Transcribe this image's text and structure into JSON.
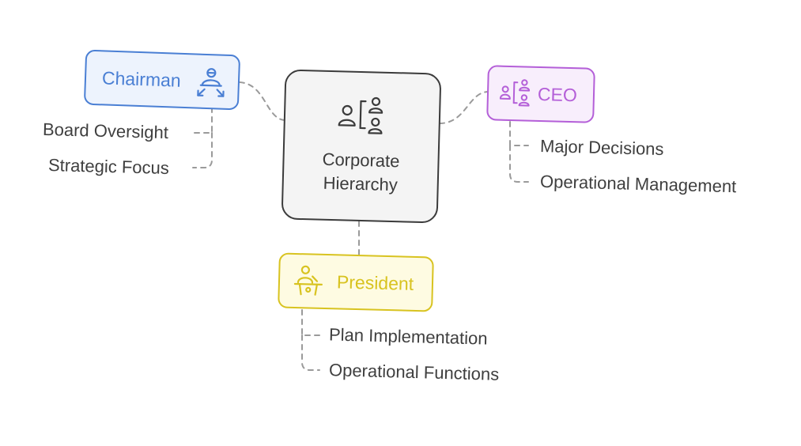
{
  "diagram": {
    "center": {
      "title": "Corporate Hierarchy",
      "icon": "org-chart-icon"
    },
    "nodes": [
      {
        "id": "chairman",
        "label": "Chairman",
        "icon": "chairman-meeting-icon",
        "color": "#4a7fd4",
        "fill": "#edf3fd",
        "children": [
          "Board Oversight",
          "Strategic Focus"
        ]
      },
      {
        "id": "ceo",
        "label": "CEO",
        "icon": "people-hierarchy-icon",
        "color": "#b45fd8",
        "fill": "#f8eefc",
        "children": [
          "Major Decisions",
          "Operational Management"
        ]
      },
      {
        "id": "president",
        "label": "President",
        "icon": "speaker-podium-icon",
        "color": "#d8c320",
        "fill": "#fefbe2",
        "children": [
          "Plan Implementation",
          "Operational Functions"
        ]
      }
    ],
    "connector_color": "#9a9a9a",
    "text_color": "#3f3f3f"
  }
}
